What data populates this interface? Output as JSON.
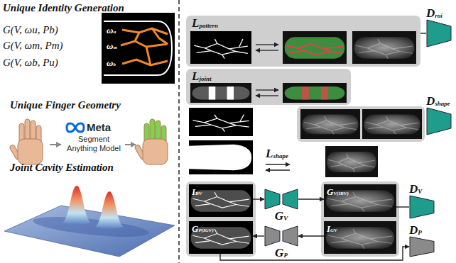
{
  "diagram": {
    "nodes": [
      {
        "text": [
          "Lpattern"
        ]
      },
      {
        "text": [
          "Droi"
        ]
      },
      {
        "text": [
          "Ljoint"
        ]
      },
      {
        "text": [
          "Dshape"
        ]
      },
      {
        "text": [
          "IBV"
        ]
      },
      {
        "text": [
          "GV"
        ]
      },
      {
        "text": [
          "GV(IBV)"
        ]
      },
      {
        "text": [
          "DV"
        ]
      },
      {
        "text": [
          "GP(IGV)"
        ]
      },
      {
        "text": [
          "GP"
        ]
      },
      {
        "text": [
          "IGV"
        ]
      },
      {
        "text": [
          "DP"
        ]
      }
    ],
    "edges": [
      {
        "from": 0,
        "to": 1,
        "arrow": "none"
      },
      {
        "from": 4,
        "to": 5,
        "arrow": "to"
      },
      {
        "from": 5,
        "to": 6,
        "arrow": "to"
      },
      {
        "from": 6,
        "to": 7,
        "arrow": "none"
      },
      {
        "from": 10,
        "to": 9,
        "arrow": "to"
      },
      {
        "from": 9,
        "to": 8,
        "arrow": "to"
      },
      {
        "from": 8,
        "to": 11,
        "arrow": "to"
      }
    ],
    "labels": [
      "Unique Identity Generation",
      "G(V, ωu, Pb)",
      "G(V, ωm, Pm)",
      "G(V, ωb, Pu)",
      "ωu",
      "ωm",
      "ωb",
      "Unique Finger Geometry",
      "Meta",
      "Segment Anything Model",
      "Joint Cavity Estimation",
      "Lshape"
    ]
  }
}
